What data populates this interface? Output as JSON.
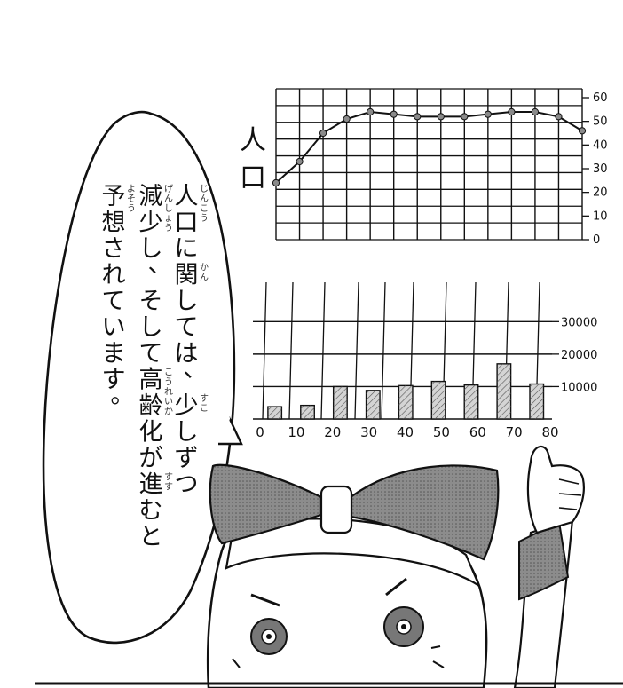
{
  "colors": {
    "ink": "#111111",
    "bar_fill": "#d4d4d4",
    "marker": "#8a8a8a",
    "character_gray": "#8c8c8c",
    "character_dark": "#4a4a4a"
  },
  "chart_data": [
    {
      "type": "line",
      "ylabel": "人口",
      "ylim": [
        0,
        60
      ],
      "yticks": [
        "0",
        "10",
        "20",
        "30",
        "40",
        "50",
        "60"
      ],
      "grid": true,
      "series": [
        {
          "values": [
            24,
            33,
            45,
            51,
            54,
            53,
            52,
            52,
            52,
            53,
            54,
            54,
            52,
            46
          ]
        }
      ]
    },
    {
      "type": "bar",
      "categories": [
        "0",
        "10",
        "20",
        "30",
        "40",
        "50",
        "60",
        "70",
        "80"
      ],
      "values": [
        3800,
        4200,
        10000,
        8800,
        10300,
        11600,
        10500,
        17000,
        10800
      ],
      "yticks": [
        "10000",
        "20000",
        "30000"
      ],
      "ylim": [
        0,
        32000
      ],
      "grid": true
    }
  ],
  "speech": {
    "lines": [
      "人口に関しては、少しずつ",
      "減少し、そして高齢化が進むと",
      "予想されています。"
    ],
    "ruby": [
      {
        "base": "人口",
        "reading": "じんこう"
      },
      {
        "base": "関",
        "reading": "かん"
      },
      {
        "base": "少",
        "reading": "すこ"
      },
      {
        "base": "減少",
        "reading": "げんしょう"
      },
      {
        "base": "高齢化",
        "reading": "こうれいか"
      },
      {
        "base": "進",
        "reading": "すす"
      },
      {
        "base": "予想",
        "reading": "よそう"
      }
    ]
  }
}
